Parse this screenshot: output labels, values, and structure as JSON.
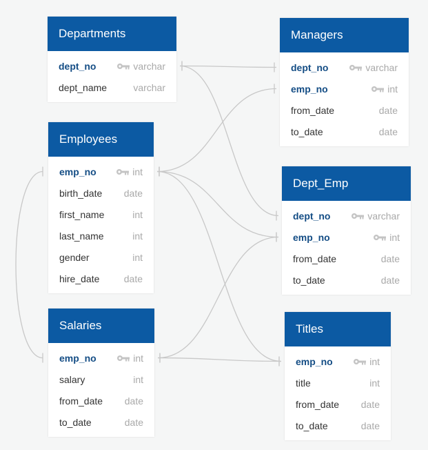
{
  "colors": {
    "header": "#0c5aa3",
    "pk_text": "#144d85",
    "type_text": "#a9a9a9",
    "link": "#c8c8c8"
  },
  "tables": [
    {
      "id": "departments",
      "name": "Departments",
      "fields": [
        {
          "name": "dept_no",
          "type": "varchar",
          "pk": true
        },
        {
          "name": "dept_name",
          "type": "varchar",
          "pk": false
        }
      ]
    },
    {
      "id": "managers",
      "name": "Managers",
      "fields": [
        {
          "name": "dept_no",
          "type": "varchar",
          "pk": true
        },
        {
          "name": "emp_no",
          "type": "int",
          "pk": true
        },
        {
          "name": "from_date",
          "type": "date",
          "pk": false
        },
        {
          "name": "to_date",
          "type": "date",
          "pk": false
        }
      ]
    },
    {
      "id": "employees",
      "name": "Employees",
      "fields": [
        {
          "name": "emp_no",
          "type": "int",
          "pk": true
        },
        {
          "name": "birth_date",
          "type": "date",
          "pk": false
        },
        {
          "name": "first_name",
          "type": "int",
          "pk": false
        },
        {
          "name": "last_name",
          "type": "int",
          "pk": false
        },
        {
          "name": "gender",
          "type": "int",
          "pk": false
        },
        {
          "name": "hire_date",
          "type": "date",
          "pk": false
        }
      ]
    },
    {
      "id": "dept_emp",
      "name": "Dept_Emp",
      "fields": [
        {
          "name": "dept_no",
          "type": "varchar",
          "pk": true
        },
        {
          "name": "emp_no",
          "type": "int",
          "pk": true
        },
        {
          "name": "from_date",
          "type": "date",
          "pk": false
        },
        {
          "name": "to_date",
          "type": "date",
          "pk": false
        }
      ]
    },
    {
      "id": "salaries",
      "name": "Salaries",
      "fields": [
        {
          "name": "emp_no",
          "type": "int",
          "pk": true
        },
        {
          "name": "salary",
          "type": "int",
          "pk": false
        },
        {
          "name": "from_date",
          "type": "date",
          "pk": false
        },
        {
          "name": "to_date",
          "type": "date",
          "pk": false
        }
      ]
    },
    {
      "id": "titles",
      "name": "Titles",
      "fields": [
        {
          "name": "emp_no",
          "type": "int",
          "pk": true
        },
        {
          "name": "title",
          "type": "int",
          "pk": false
        },
        {
          "name": "from_date",
          "type": "date",
          "pk": false
        },
        {
          "name": "to_date",
          "type": "date",
          "pk": false
        }
      ]
    }
  ],
  "relationships": [
    {
      "from": "departments.dept_no",
      "to": "managers.dept_no"
    },
    {
      "from": "departments.dept_no",
      "to": "dept_emp.dept_no"
    },
    {
      "from": "employees.emp_no",
      "to": "managers.emp_no"
    },
    {
      "from": "employees.emp_no",
      "to": "dept_emp.emp_no"
    },
    {
      "from": "employees.emp_no",
      "to": "titles.emp_no"
    },
    {
      "from": "employees.emp_no",
      "to": "salaries.emp_no"
    },
    {
      "from": "salaries.emp_no",
      "to": "dept_emp.emp_no"
    },
    {
      "from": "salaries.emp_no",
      "to": "titles.emp_no"
    }
  ]
}
